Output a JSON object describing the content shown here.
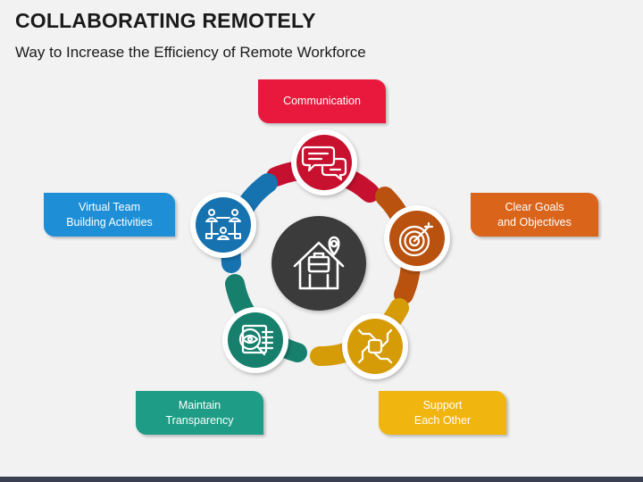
{
  "header": {
    "title": "COLLABORATING REMOTELY",
    "subtitle": "Way to Increase the Efficiency of Remote Workforce"
  },
  "center": {
    "icon": "home-office-location-icon",
    "color": "#3a3a3a"
  },
  "steps": [
    {
      "label": "Communication",
      "icon": "chat-bubbles-icon",
      "color": "#e8193c"
    },
    {
      "label": "Clear Goals\nand Objectives",
      "icon": "target-icon",
      "color": "#d9641a"
    },
    {
      "label": "Support\nEach Other",
      "icon": "joined-hands-icon",
      "color": "#f0b50f"
    },
    {
      "label": "Maintain\nTransparency",
      "icon": "document-magnifier-eye-icon",
      "color": "#1f9c86"
    },
    {
      "label": "Virtual Team\nBuilding Activities",
      "icon": "team-network-icon",
      "color": "#1e8fd6"
    }
  ]
}
